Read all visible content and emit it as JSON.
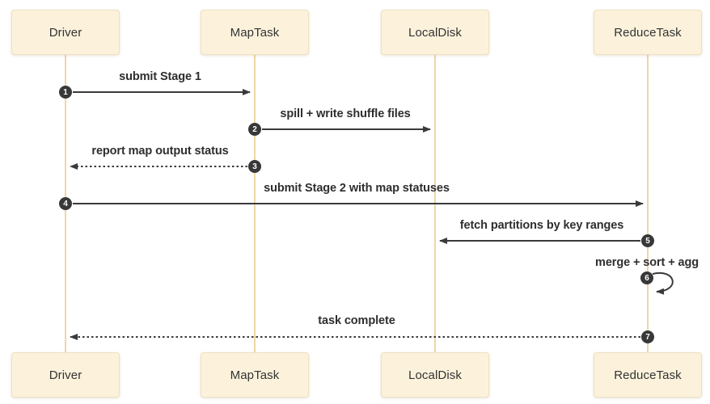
{
  "diagram": {
    "type": "sequence-diagram",
    "actors": [
      {
        "label": "Driver"
      },
      {
        "label": "MapTask"
      },
      {
        "label": "LocalDisk"
      },
      {
        "label": "ReduceTask"
      }
    ],
    "messages": [
      {
        "seq": "1",
        "label": "submit Stage 1",
        "from": "Driver",
        "to": "MapTask",
        "line": "solid"
      },
      {
        "seq": "2",
        "label": "spill + write shuffle files",
        "from": "MapTask",
        "to": "LocalDisk",
        "line": "solid"
      },
      {
        "seq": "3",
        "label": "report map output status",
        "from": "MapTask",
        "to": "Driver",
        "line": "dashed"
      },
      {
        "seq": "4",
        "label": "submit Stage 2 with map statuses",
        "from": "Driver",
        "to": "ReduceTask",
        "line": "solid"
      },
      {
        "seq": "5",
        "label": "fetch partitions by key ranges",
        "from": "ReduceTask",
        "to": "LocalDisk",
        "line": "solid"
      },
      {
        "seq": "6",
        "label": "merge + sort + agg",
        "from": "ReduceTask",
        "to": "ReduceTask",
        "line": "self-loop"
      },
      {
        "seq": "7",
        "label": "task complete",
        "from": "ReduceTask",
        "to": "Driver",
        "line": "dashed"
      }
    ],
    "colors": {
      "background": "#ffffff",
      "actor_fill": "#fcf2dc",
      "actor_border": "#efe0c0",
      "lifeline": "#eed7a6",
      "arrow": "#3a3a3a",
      "message_text": "#2e2e2e",
      "badge_fill": "#383838",
      "badge_text": "#ffffff"
    }
  }
}
